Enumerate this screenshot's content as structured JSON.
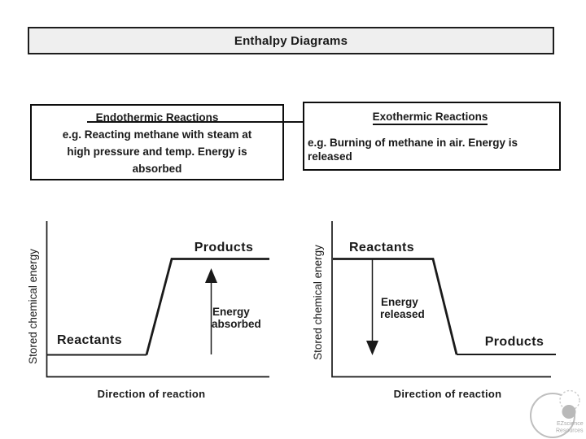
{
  "title_bar": {
    "text": "Enthalpy Diagrams"
  },
  "endothermic_box": {
    "title": "Endothermic Reactions",
    "lines": [
      "e.g. Reacting methane with steam at",
      "high pressure and temp. Energy is",
      "absorbed"
    ]
  },
  "exothermic_box": {
    "title": "Exothermic Reactions",
    "lines": [
      "e.g. Burning of methane in air. Energy is",
      "released"
    ]
  },
  "endothermic_diagram": {
    "y_axis_label": "Stored chemical energy",
    "x_axis_label": "Direction of reaction",
    "reactants_label": "Reactants",
    "products_label": "Products",
    "energy_label_line1": "Energy",
    "energy_label_line2": "absorbed",
    "arrow_direction": "up",
    "reactants_level": "low",
    "products_level": "high"
  },
  "exothermic_diagram": {
    "y_axis_label": "Stored chemical energy",
    "x_axis_label": "Direction of reaction",
    "reactants_label": "Reactants",
    "products_label": "Products",
    "energy_label_line1": "Energy",
    "energy_label_line2": "released",
    "arrow_direction": "down",
    "reactants_level": "high",
    "products_level": "low"
  },
  "logo": {
    "line1": "EZscience",
    "line2": "Resources"
  },
  "colors": {
    "ink": "#1a1a1a",
    "title_bg": "#efefef",
    "box_border": "#0d0d0d",
    "logo_gray": "#b9b9b9",
    "background": "#ffffff"
  }
}
